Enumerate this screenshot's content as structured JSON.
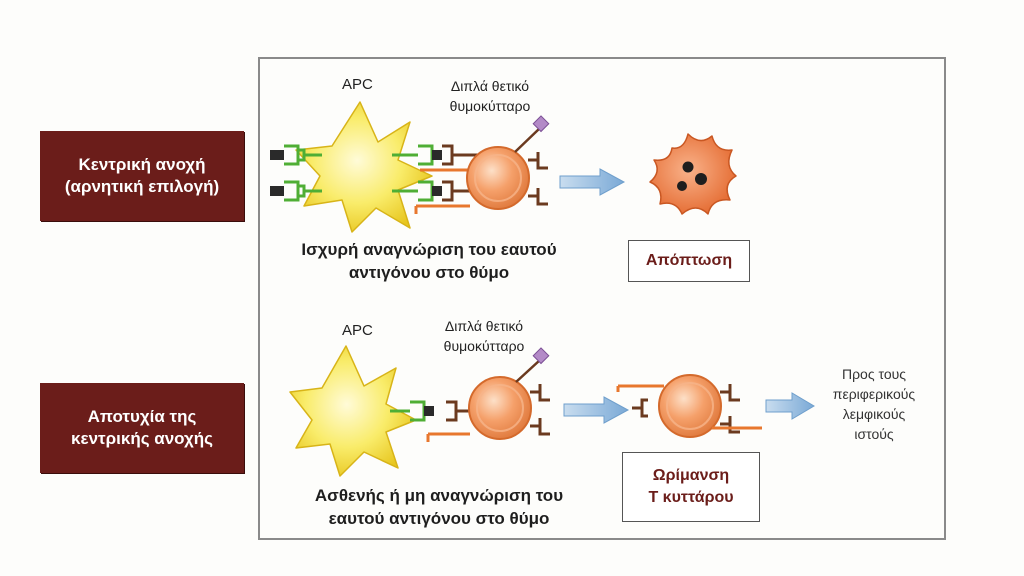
{
  "labels": {
    "central_line1": "Κεντρική ανοχή",
    "central_line2": "(αρνητική επιλογή)",
    "failure_line1": "Αποτυχία της",
    "failure_line2": "κεντρικής ανοχής"
  },
  "top_row": {
    "apc": "APC",
    "thymocyte_line1": "Διπλά θετικό",
    "thymocyte_line2": "θυμοκύτταρο",
    "caption_line1": "Ισχυρή αναγνώριση του εαυτού",
    "caption_line2": "αντιγόνου στο θύμο",
    "outcome": "Απόπτωση"
  },
  "bottom_row": {
    "apc": "APC",
    "thymocyte_line1": "Διπλά θετικό",
    "thymocyte_line2": "θυμοκύτταρο",
    "caption_line1": "Ασθενής ή μη αναγνώριση του",
    "caption_line2": "εαυτού αντιγόνου στο θύμο",
    "outcome_line1": "Ωρίμανση",
    "outcome_line2": "Τ κυττάρου",
    "periphery_line1": "Προς τους",
    "periphery_line2": "περιφερικούς",
    "periphery_line3": "λεμφικούς",
    "periphery_line4": "ιστούς"
  },
  "colors": {
    "label_bg": "#6b1d1a",
    "apc_fill": "#f7e23a",
    "t_cell_fill": "#f19a60",
    "apoptotic_fill": "#ee7d45",
    "mhc_green": "#4fae35",
    "tcr_brown": "#6b3a1f",
    "arrow_blue": "#8ab4da"
  }
}
